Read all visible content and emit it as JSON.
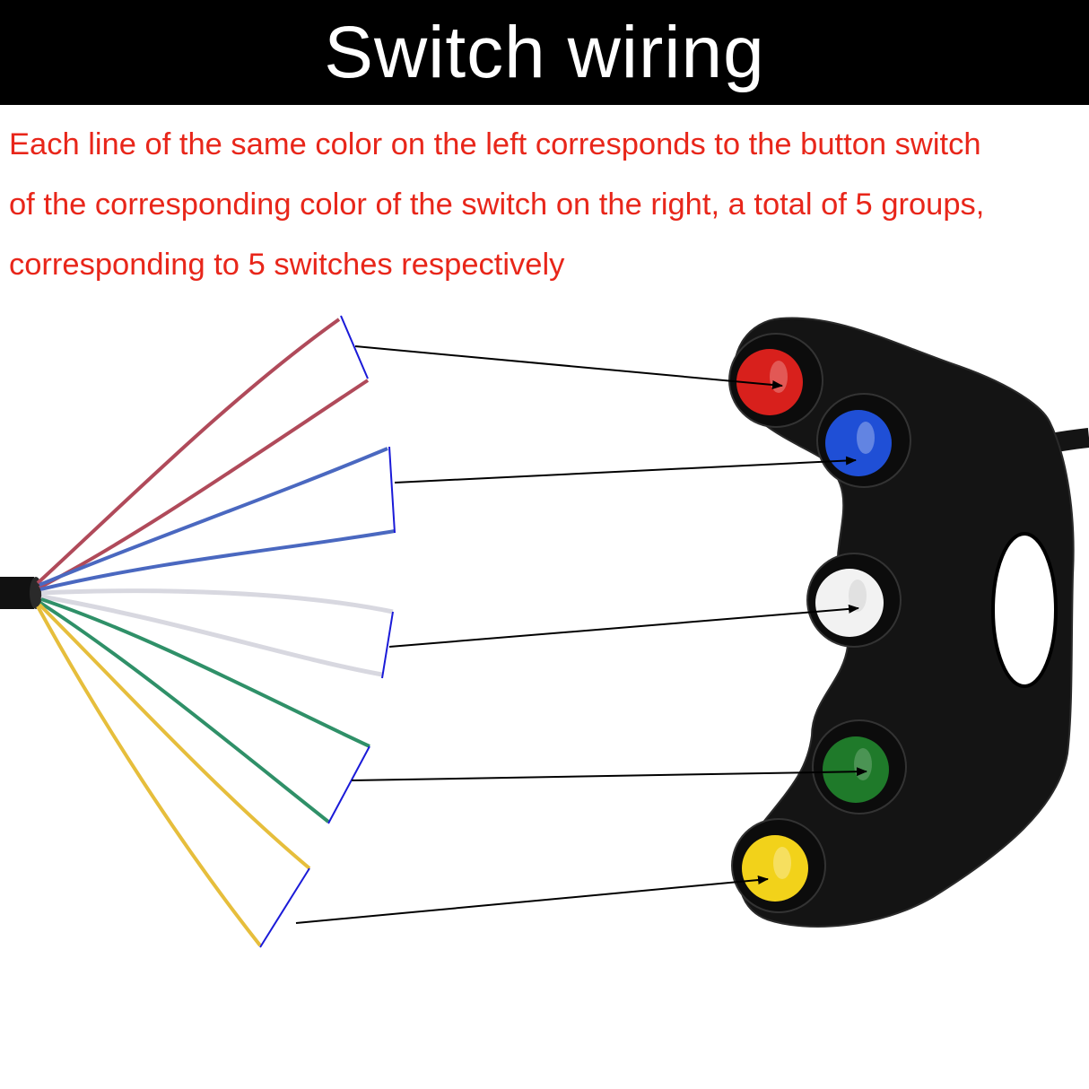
{
  "title": "Switch wiring",
  "description": {
    "lines": [
      "Each line of the same color on the left corresponds to the button switch",
      "of the corresponding color of the switch on the right, a total of 5 groups,",
      "corresponding to 5 switches respectively"
    ]
  },
  "colors": {
    "title_background": "#000000",
    "title_text": "#ffffff",
    "description_text": "#e8261a",
    "bracket": "#1a1ad8",
    "arrow": "#000000",
    "switch_housing": "#141414",
    "cable": "#111111"
  },
  "wire_groups": [
    {
      "color_name": "red",
      "wire_color": "#b04a5a",
      "button_color": "#d8201c",
      "group_count": 1
    },
    {
      "color_name": "blue",
      "wire_color": "#4a68c0",
      "button_color": "#1f4fd6",
      "group_count": 1
    },
    {
      "color_name": "white",
      "wire_color": "#d8d8e0",
      "button_color": "#f2f2f2",
      "group_count": 1
    },
    {
      "color_name": "green",
      "wire_color": "#2f9068",
      "button_color": "#1f7a2a",
      "group_count": 1
    },
    {
      "color_name": "yellow",
      "wire_color": "#e6be3c",
      "button_color": "#f2d21a",
      "group_count": 1
    }
  ],
  "switch_count": 5
}
